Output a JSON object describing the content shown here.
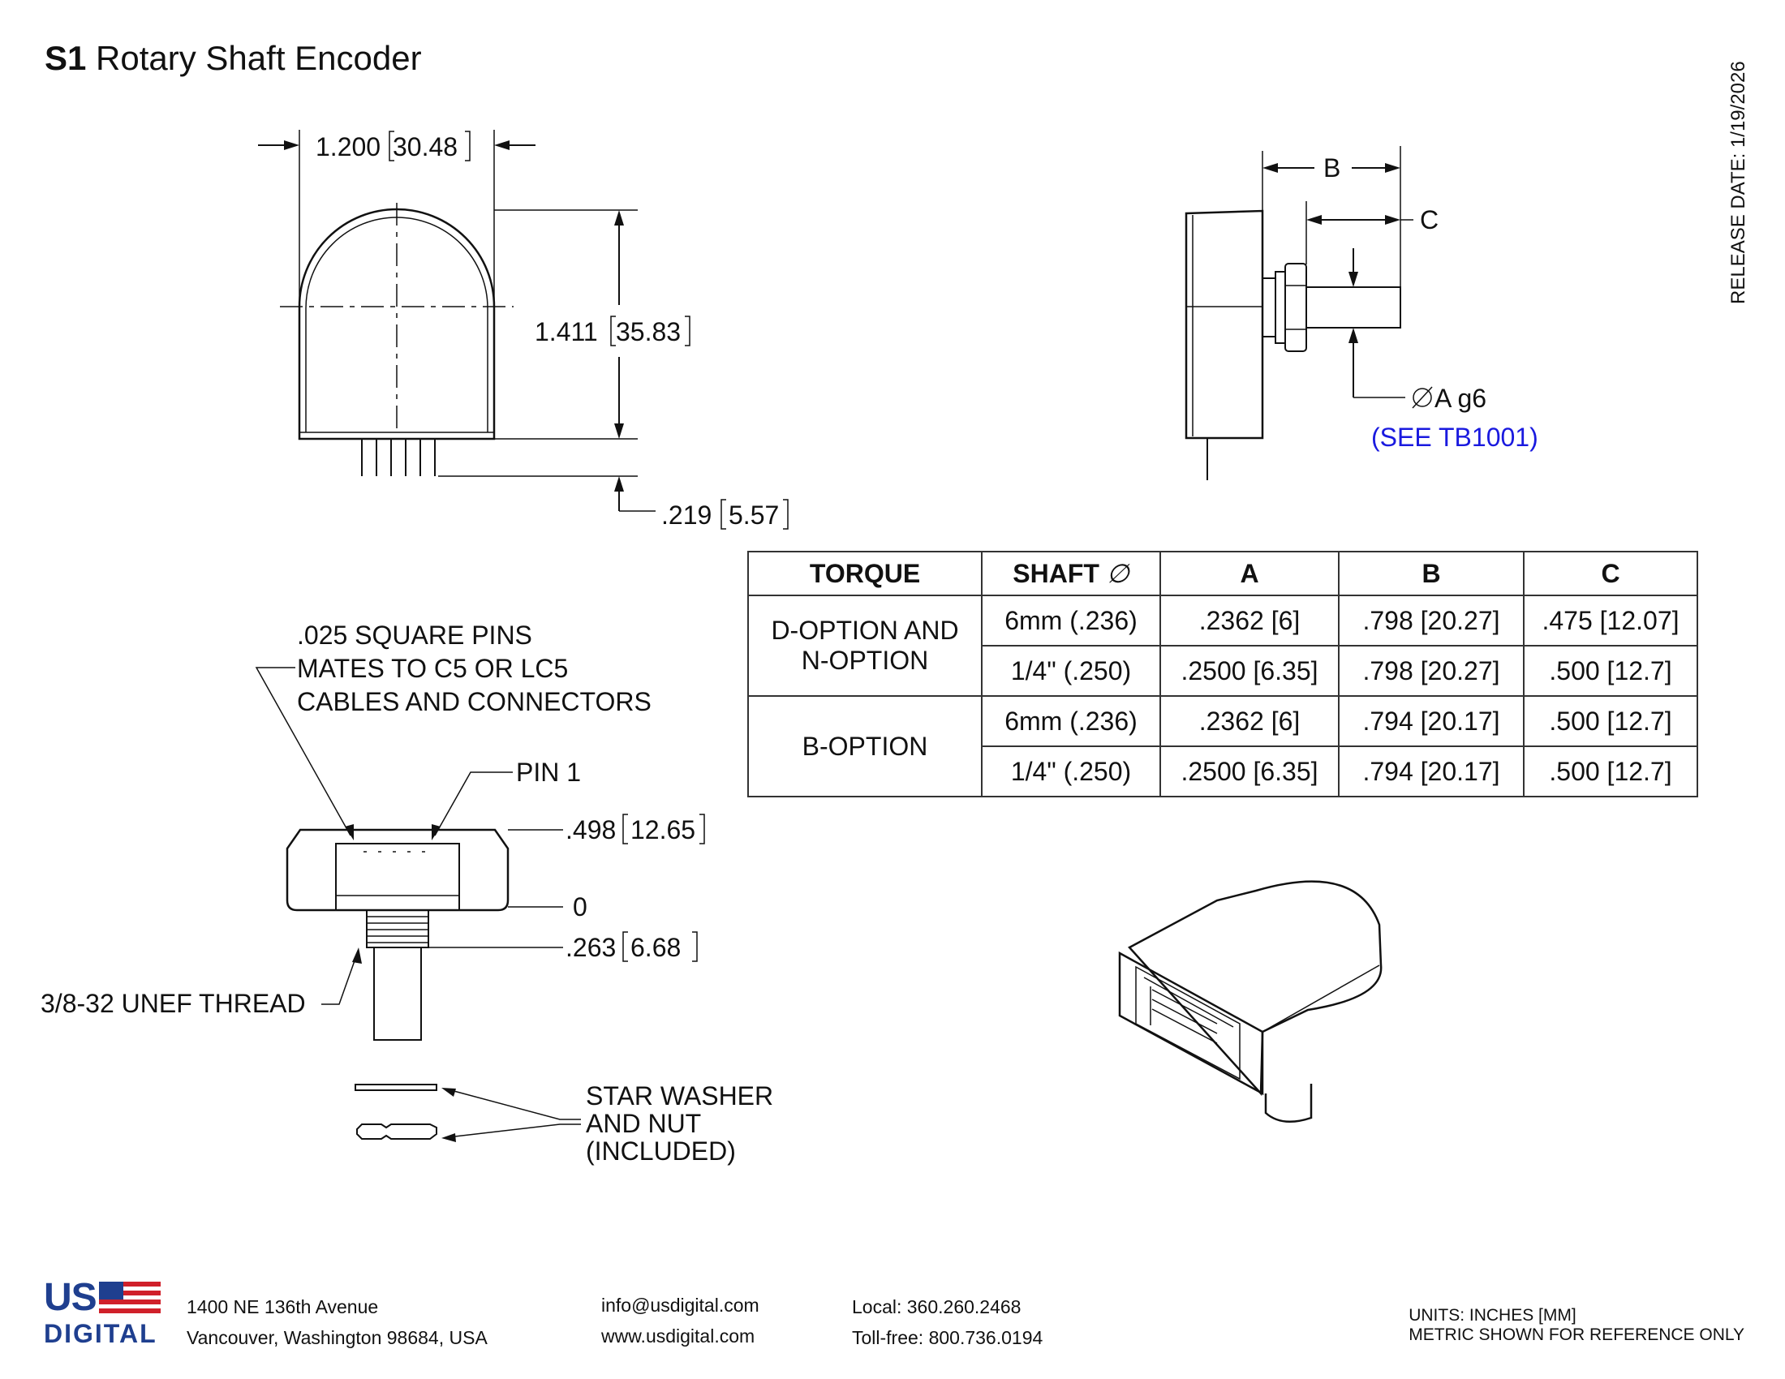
{
  "title": {
    "bold": "S1",
    "rest": "Rotary Shaft Encoder"
  },
  "release_date": "RELEASE DATE: 1/19/2026",
  "front_view": {
    "width_in": "1.200",
    "width_mm": "30.48",
    "height_in": "1.411",
    "height_mm": "35.83",
    "pin_in": ".219",
    "pin_mm": "5.57"
  },
  "side_view": {
    "dim_b": "B",
    "dim_c": "C",
    "shaft_dia": "A g6",
    "see_ref": "(SEE TB1001)"
  },
  "bottom_view": {
    "pins_note": [
      ".025 SQUARE PINS",
      "MATES TO C5 OR LC5",
      "CABLES AND CONNECTORS"
    ],
    "pin1": "PIN 1",
    "dim_top_in": ".498",
    "dim_top_mm": "12.65",
    "dim_zero": "0",
    "dim_thread_in": ".263",
    "dim_thread_mm": "6.68",
    "thread": "3/8-32 UNEF THREAD",
    "hardware": [
      "STAR WASHER",
      "AND NUT",
      "(INCLUDED)"
    ]
  },
  "table": {
    "headers": [
      "TORQUE",
      "SHAFT",
      "A",
      "B",
      "C"
    ],
    "groups": [
      {
        "torque": [
          "D-OPTION AND",
          "N-OPTION"
        ],
        "rows": [
          [
            "6mm (.236)",
            ".2362 [6]",
            ".798 [20.27]",
            ".475 [12.07]"
          ],
          [
            "1/4\" (.250)",
            ".2500 [6.35]",
            ".798 [20.27]",
            ".500 [12.7]"
          ]
        ]
      },
      {
        "torque": [
          "B-OPTION"
        ],
        "rows": [
          [
            "6mm (.236)",
            ".2362 [6]",
            ".794 [20.17]",
            ".500 [12.7]"
          ],
          [
            "1/4\" (.250)",
            ".2500 [6.35]",
            ".794 [20.17]",
            ".500 [12.7]"
          ]
        ]
      }
    ]
  },
  "footer": {
    "logo_top": "US",
    "logo_bottom": "DIGITAL",
    "address": [
      "1400 NE 136th Avenue",
      "Vancouver, Washington 98684, USA"
    ],
    "web": [
      "info@usdigital.com",
      "www.usdigital.com"
    ],
    "phone": [
      "Local: 360.260.2468",
      "Toll-free: 800.736.0194"
    ],
    "units": [
      "UNITS: INCHES [MM]",
      "METRIC SHOWN FOR REFERENCE ONLY"
    ]
  },
  "colors": {
    "link_blue": "#1a1adf",
    "logo_blue": "#1f3f8f",
    "logo_red": "#d0202a"
  }
}
